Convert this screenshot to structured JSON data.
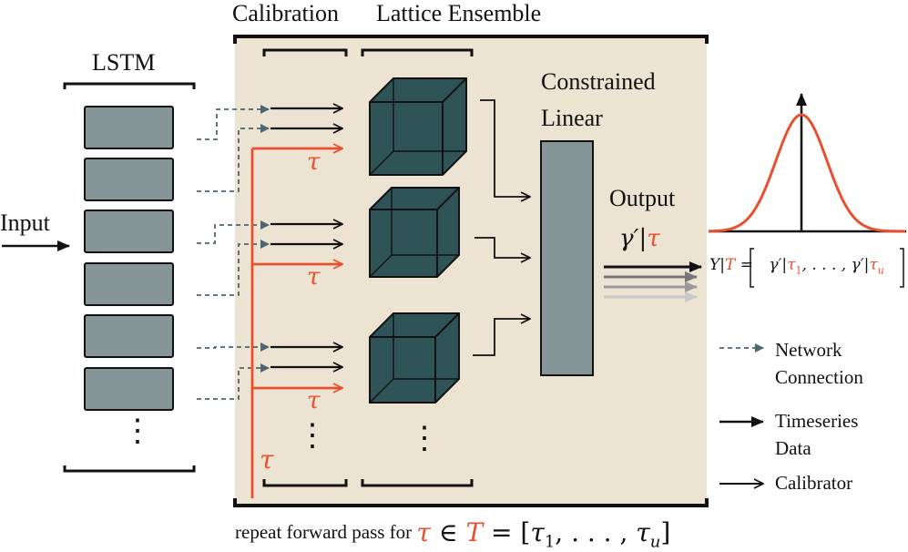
{
  "header": {
    "calibration": "Calibration",
    "lattice_ensemble": "Lattice Ensemble",
    "lstm": "LSTM"
  },
  "labels": {
    "input": "Input",
    "constrained_linear_1": "Constrained",
    "constrained_linear_2": "Linear",
    "output": "Output",
    "gamma_prime": "γ′|",
    "tau": "τ",
    "dots": "⋮",
    "equation_lhs": "Y|",
    "equation_T": "T",
    "equation_eq": " = ",
    "equation_body_1": "γ′|",
    "equation_tau1": "τ",
    "equation_sub1": "1",
    "equation_mid": ", . . . , γ′|",
    "equation_tauu": "τ",
    "equation_subu": "u"
  },
  "footer": {
    "text": "repeat forward pass for",
    "math_tau": "τ",
    "math_in": " ∈ ",
    "math_T": "T",
    "math_eq": " = [",
    "math_tau1": "τ",
    "math_sub1": "1",
    "math_mid": ", . . . , ",
    "math_tauu": "τ",
    "math_subu": "u",
    "math_close": "]"
  },
  "legend": {
    "network_1": "Network",
    "network_2": "Connection",
    "timeseries_1": "Timeseries",
    "timeseries_2": "Data",
    "calibrator": "Calibrator"
  },
  "colors": {
    "panel": "#ece3d2",
    "box": "#869597",
    "cube": "#2f5457",
    "accent": "#e9502f",
    "dashed": "#4d6670"
  }
}
